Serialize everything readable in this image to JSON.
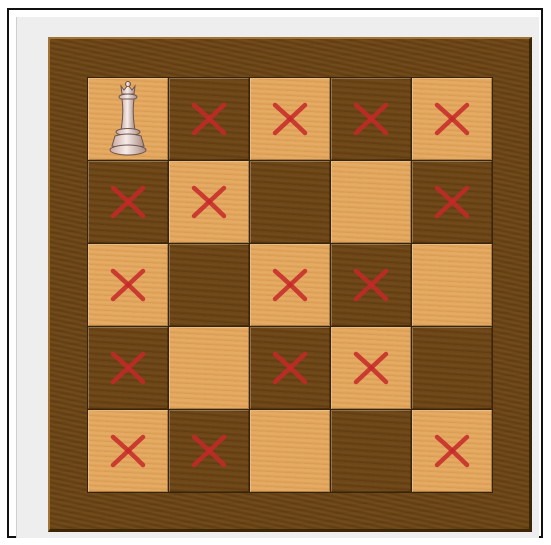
{
  "board": {
    "size": 5,
    "colors": {
      "light_square": "#e3a65c",
      "dark_square": "#6b4414",
      "frame": "#6b4414",
      "mark": "#c62828",
      "piece": "#e8cfc8"
    },
    "rows": [
      [
        "queen",
        "x",
        "x",
        "x",
        "x"
      ],
      [
        "x",
        "x",
        "",
        "",
        "x"
      ],
      [
        "x",
        "",
        "x",
        "x",
        ""
      ],
      [
        "x",
        "",
        "x",
        "x",
        ""
      ],
      [
        "x",
        "x",
        "",
        "",
        "x"
      ]
    ],
    "piece_icon": "white-queen-icon",
    "mark_icon": "x-mark-icon"
  }
}
